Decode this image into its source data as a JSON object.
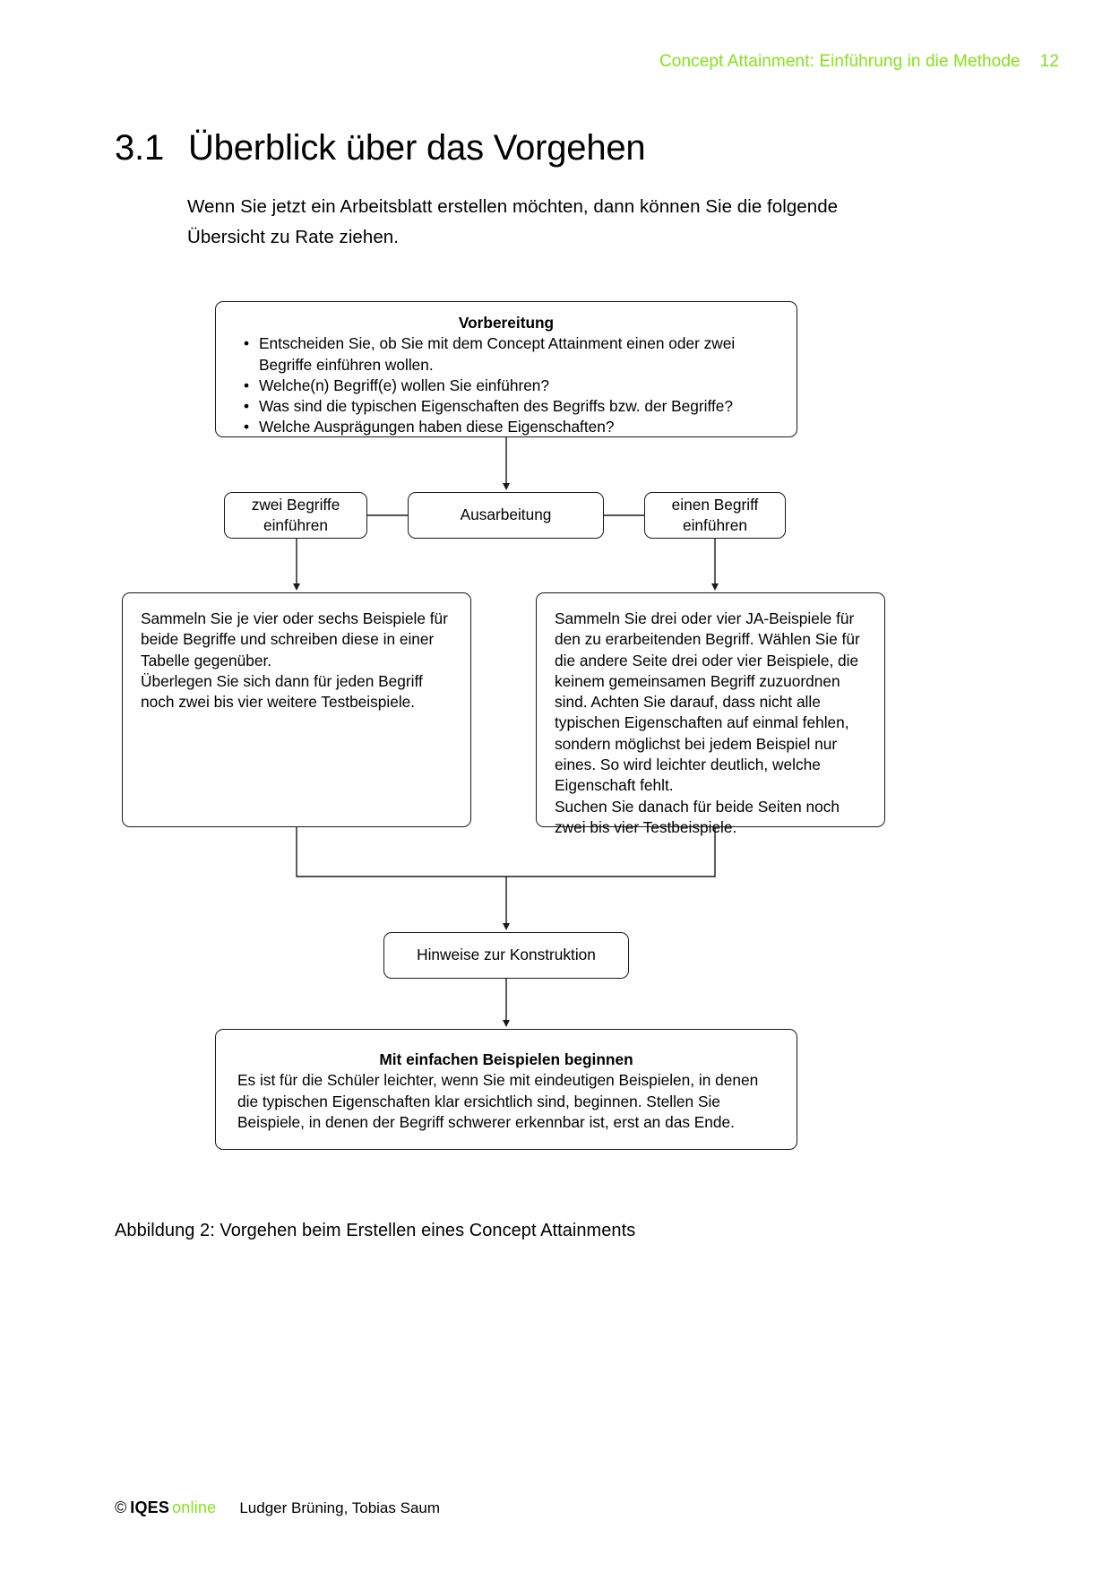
{
  "header": {
    "title": "Concept Attainment: Einführung in die Methode",
    "page_number": "12",
    "accent_color": "#85e51c"
  },
  "section": {
    "number": "3.1",
    "title": "Überblick über das Vorgehen",
    "intro": "Wenn Sie jetzt ein Arbeitsblatt erstellen möchten, dann können Sie die folgende Übersicht zu Rate ziehen."
  },
  "flowchart": {
    "vorbereitung": {
      "title": "Vorbereitung",
      "bullets": [
        "Entscheiden Sie, ob Sie mit dem Concept Attainment einen oder zwei Begriffe einführen wollen.",
        "Welche(n) Begriff(e) wollen Sie einführen?",
        "Was sind die typischen Eigenschaften des Begriffs bzw. der Begriffe?",
        "Welche Ausprägungen haben diese Eigenschaften?"
      ]
    },
    "zwei_begriffe": "zwei Begriffe\neinführen",
    "zwei_begriffe_line1": "zwei Begriffe",
    "zwei_begriffe_line2": "einführen",
    "ausarbeitung": "Ausarbeitung",
    "einen_begriff_line1": "einen Begriff",
    "einen_begriff_line2": "einführen",
    "left_detail": "Sammeln Sie je vier oder sechs Beispiele für beide Begriffe und schreiben diese in einer Tabelle gegenüber.\nÜberlegen Sie sich dann für jeden Begriff noch zwei bis vier weitere Testbeispiele.",
    "left_detail_p1": "Sammeln Sie je vier oder sechs Beispiele für beide Begriffe und schreiben diese in einer Tabelle gegenüber.",
    "left_detail_p2": "Überlegen Sie sich dann für jeden Begriff noch zwei bis vier weitere Testbeispiele.",
    "right_detail_p1": "Sammeln Sie drei oder vier JA-Beispiele für den zu erarbeitenden Begriff. Wählen Sie für die andere Seite drei oder vier Beispiele, die keinem gemeinsamen Begriff zuzuordnen sind. Achten Sie darauf, dass nicht alle typischen Eigenschaften auf einmal fehlen, sondern möglichst bei jedem Beispiel nur eines. So wird leichter deutlich, welche Eigenschaft fehlt.",
    "right_detail_p2": "Suchen Sie danach für beide Seiten noch zwei bis vier Testbeispiele.",
    "hinweise": "Hinweise zur Konstruktion",
    "beispiele": {
      "title": "Mit einfachen Beispielen beginnen",
      "body": "Es ist für die Schüler leichter, wenn Sie mit eindeutigen Beispielen, in denen die typischen Eigenschaften klar ersichtlich sind, beginnen. Stellen Sie Beispiele, in denen der Begriff schwerer erkennbar ist, erst an das Ende."
    }
  },
  "caption": "Abbildung 2: Vorgehen beim Erstellen eines Concept Attainments",
  "footer": {
    "copyright_symbol": "©",
    "brand_primary": "IQES",
    "brand_secondary": "online",
    "authors": "Ludger Brüning, Tobias Saum",
    "brand_color": "#85e51c"
  }
}
